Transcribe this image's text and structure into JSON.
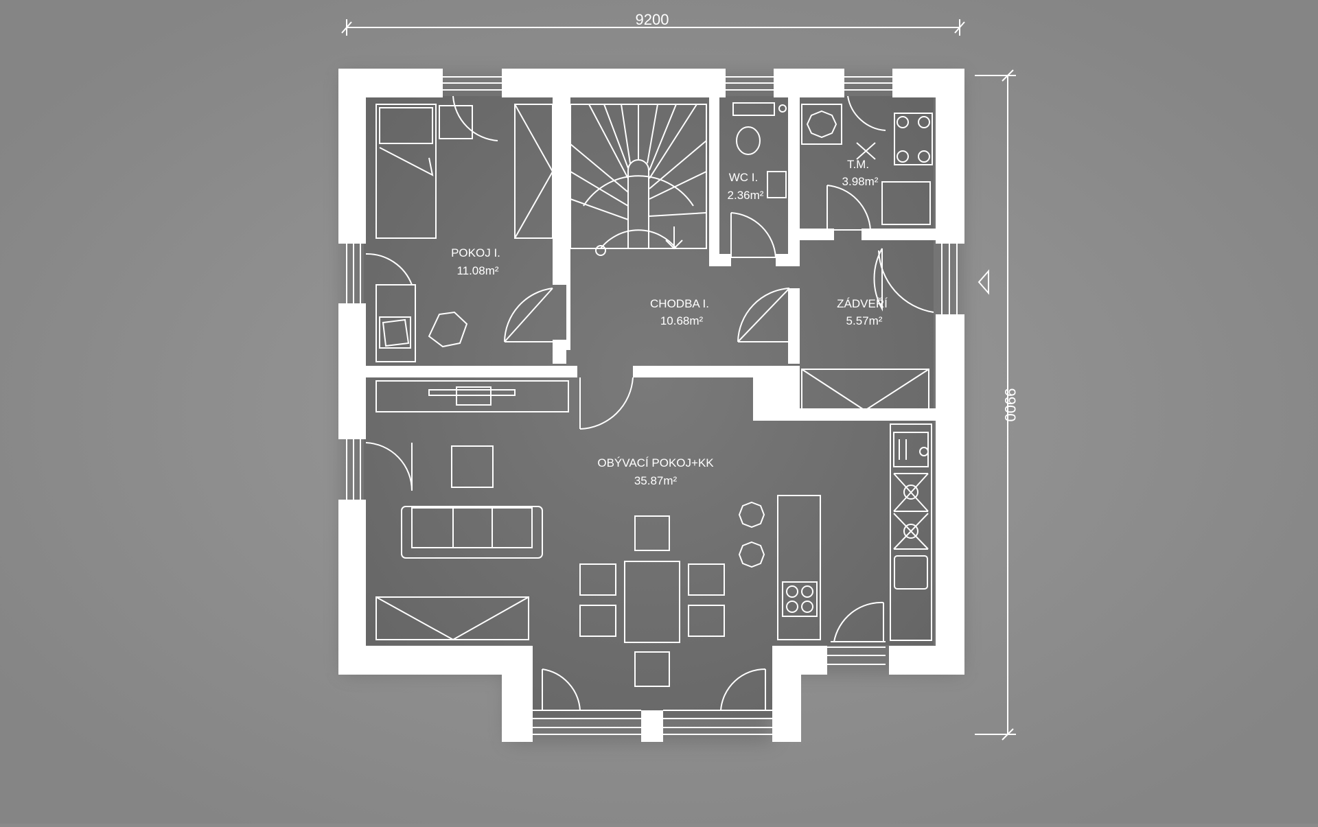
{
  "dimensions": {
    "width_label": "9200",
    "height_label": "9900"
  },
  "rooms": [
    {
      "id": "pokoj",
      "name": "POKOJ I.",
      "area": "11.08m²"
    },
    {
      "id": "wc",
      "name": "WC I.",
      "area": "2.36m²"
    },
    {
      "id": "tm",
      "name": "T.M.",
      "area": "3.98m²"
    },
    {
      "id": "chodba",
      "name": "CHODBA I.",
      "area": "10.68m²"
    },
    {
      "id": "zadveri",
      "name": "ZÁDVEŘÍ",
      "area": "5.57m²"
    },
    {
      "id": "obyvaci",
      "name": "OBÝVACÍ POKOJ+KK",
      "area": "35.87m²"
    }
  ],
  "colors": {
    "background": "#8a8a8a",
    "floor": "#707070",
    "wall": "#ffffff",
    "line": "#ffffff"
  }
}
